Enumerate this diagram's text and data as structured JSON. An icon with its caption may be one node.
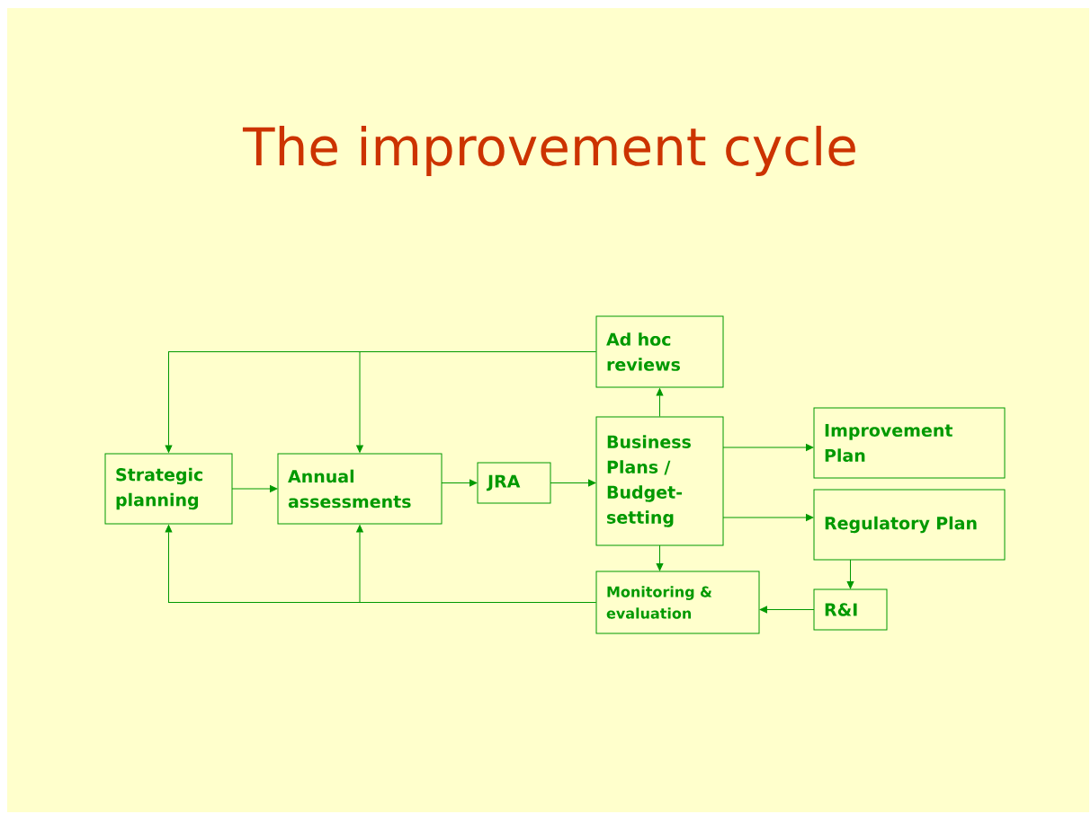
{
  "diagram": {
    "title": "The improvement cycle",
    "nodes": [
      {
        "text": [
          "Ad hoc reviews"
        ]
      },
      {
        "text": [
          "Strategic planning"
        ]
      },
      {
        "text": [
          "Annual assessments"
        ]
      },
      {
        "text": [
          "JRA"
        ]
      },
      {
        "text": [
          "Business Plans / Budget-setting"
        ]
      },
      {
        "text": [
          "Improvement Plan"
        ]
      },
      {
        "text": [
          "Regulatory Plan"
        ]
      },
      {
        "text": [
          "Monitoring & evaluation"
        ]
      },
      {
        "text": [
          "R&I"
        ]
      }
    ],
    "edges": [
      {
        "from": 0,
        "to": 1,
        "arrow": "to"
      },
      {
        "from": 0,
        "to": 2,
        "arrow": "to"
      },
      {
        "from": 1,
        "to": 2,
        "arrow": "to"
      },
      {
        "from": 2,
        "to": 3,
        "arrow": "to"
      },
      {
        "from": 3,
        "to": 4,
        "arrow": "to"
      },
      {
        "from": 4,
        "to": 0,
        "arrow": "to"
      },
      {
        "from": 4,
        "to": 5,
        "arrow": "to"
      },
      {
        "from": 4,
        "to": 6,
        "arrow": "to"
      },
      {
        "from": 4,
        "to": 7,
        "arrow": "to"
      },
      {
        "from": 6,
        "to": 8,
        "arrow": "to"
      },
      {
        "from": 8,
        "to": 7,
        "arrow": "to"
      },
      {
        "from": 7,
        "to": 1,
        "arrow": "to"
      },
      {
        "from": 7,
        "to": 2,
        "arrow": "to"
      }
    ]
  }
}
